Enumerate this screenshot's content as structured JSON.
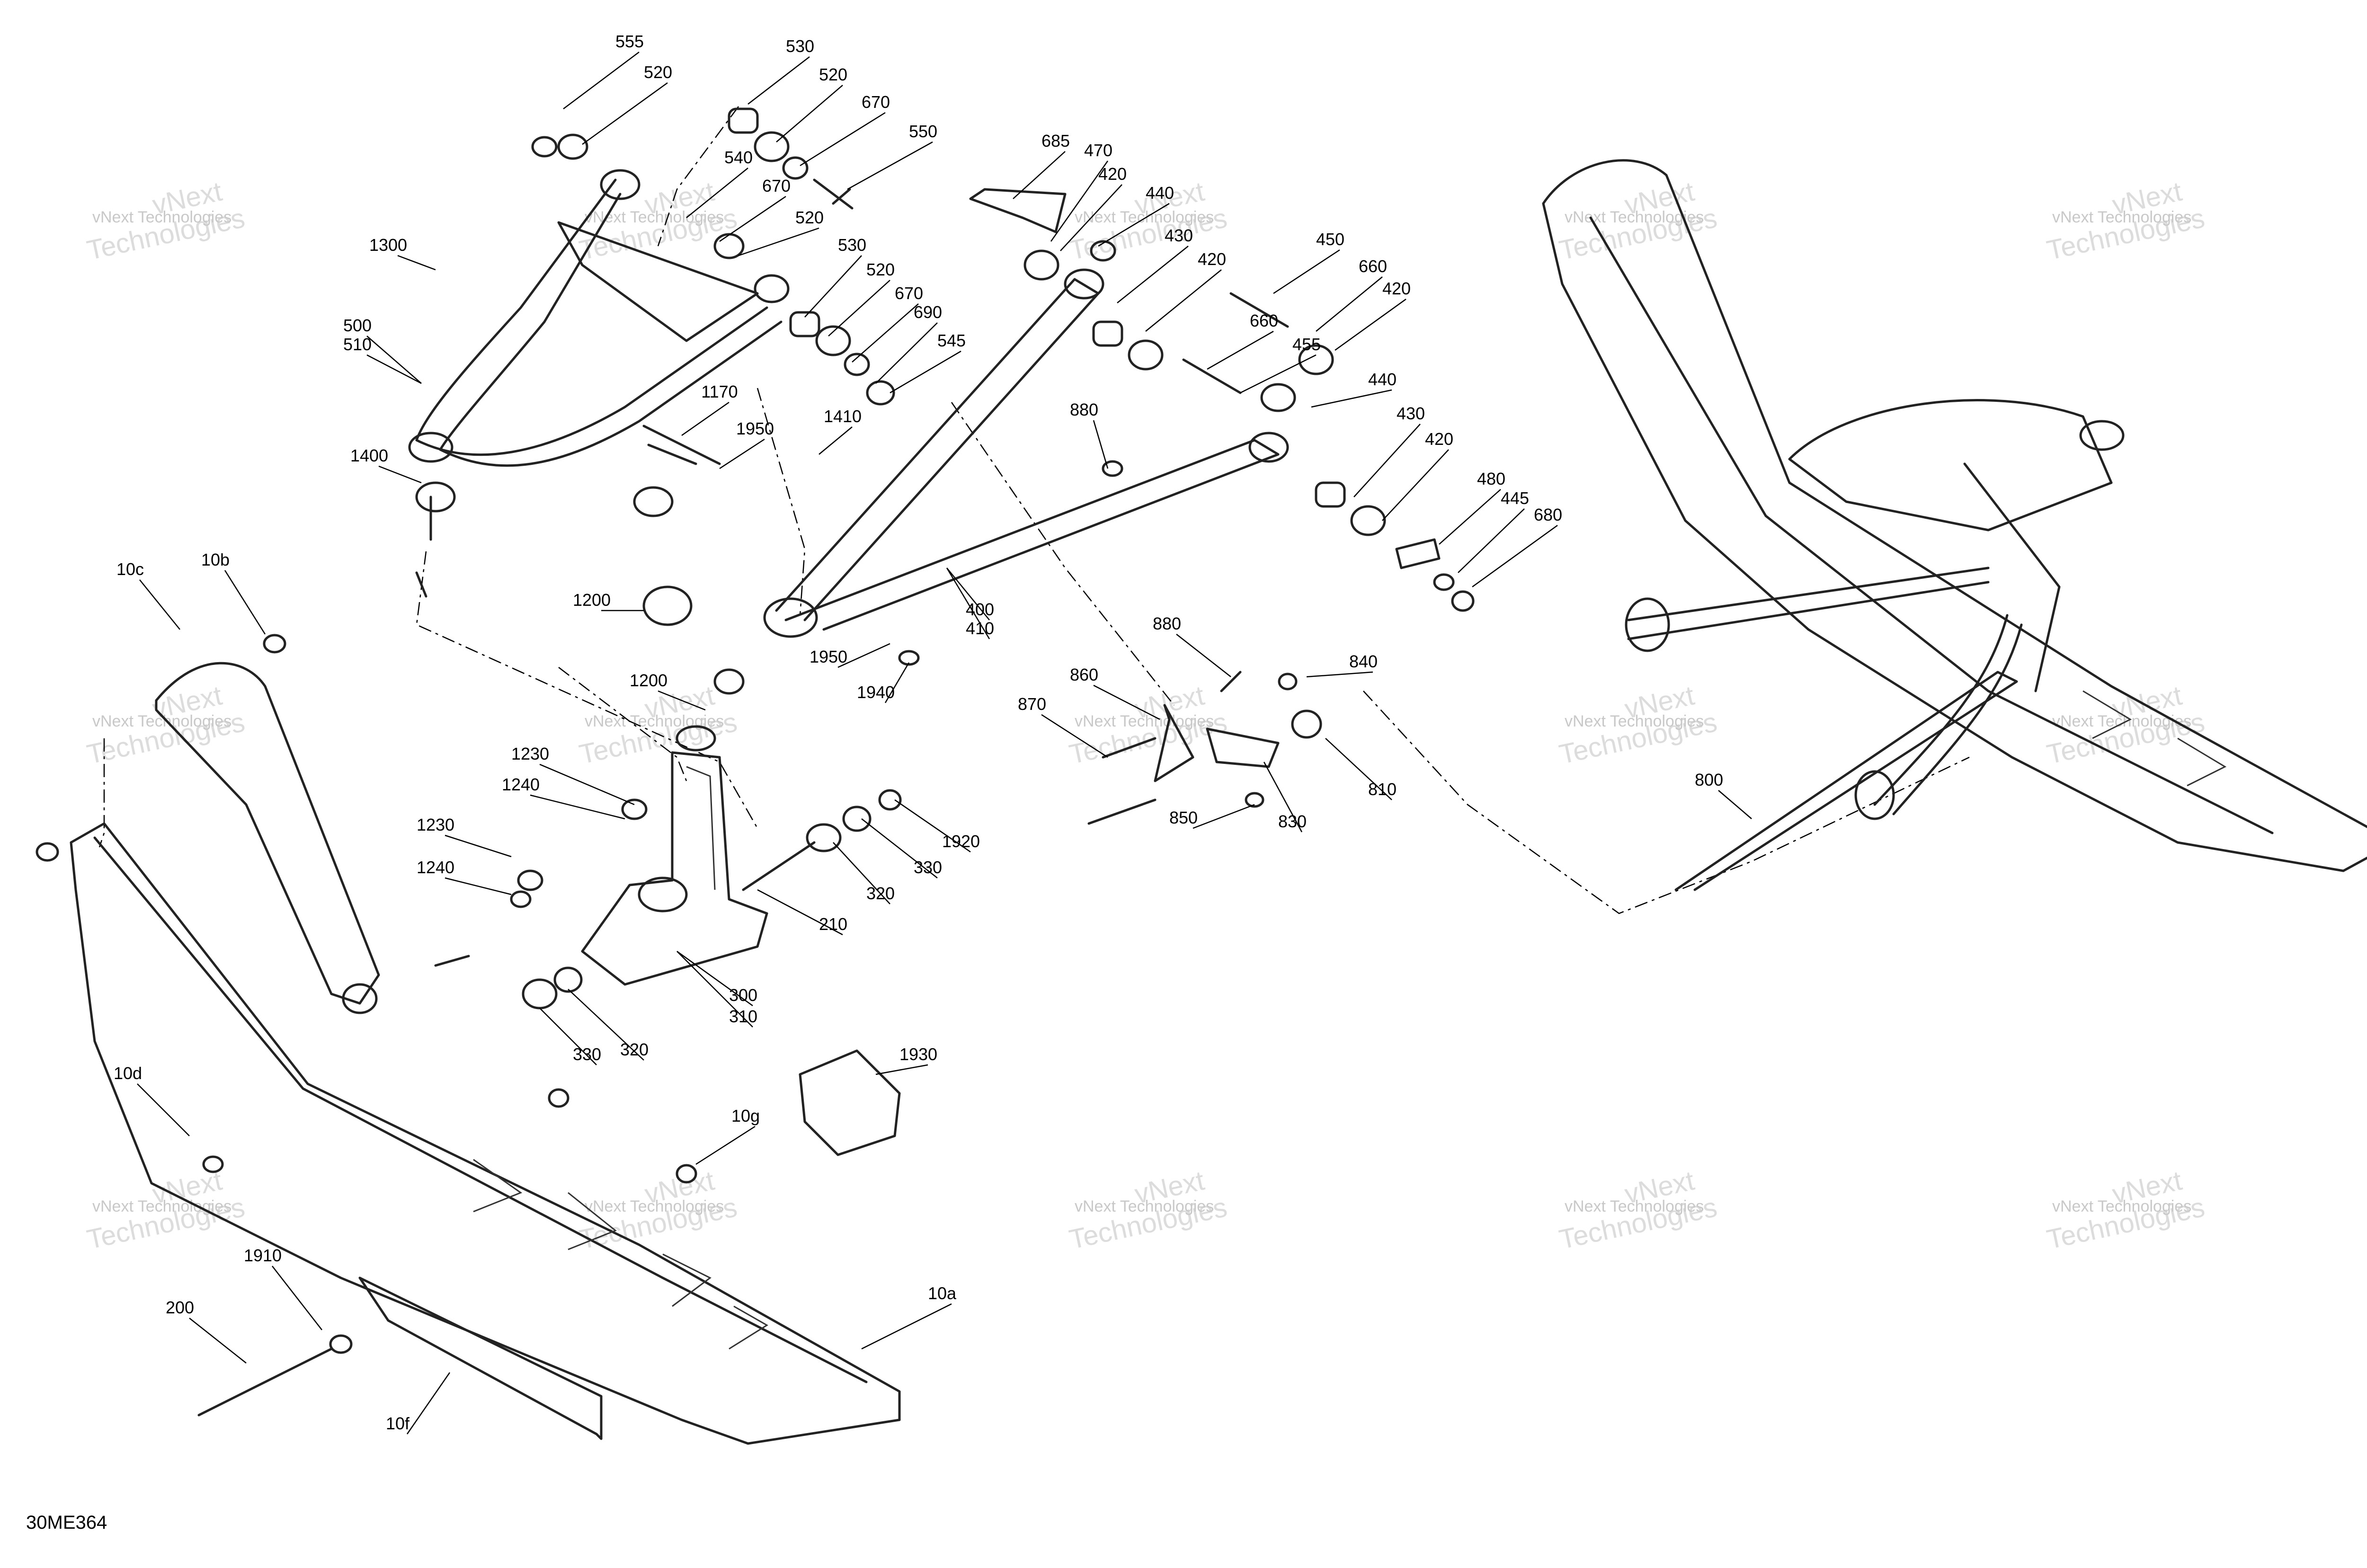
{
  "diagram": {
    "code": "30ME364",
    "watermark_line1": "vNext Technologies",
    "watermark_line2": "vNext",
    "watermark_line3": "Technologies",
    "callouts": [
      {
        "label": "555"
      },
      {
        "label": "520"
      },
      {
        "label": "530"
      },
      {
        "label": "520"
      },
      {
        "label": "670"
      },
      {
        "label": "550"
      },
      {
        "label": "540"
      },
      {
        "label": "670"
      },
      {
        "label": "520"
      },
      {
        "label": "1300"
      },
      {
        "label": "530"
      },
      {
        "label": "520"
      },
      {
        "label": "670"
      },
      {
        "label": "690"
      },
      {
        "label": "545"
      },
      {
        "label": "500"
      },
      {
        "label": "510"
      },
      {
        "label": "1170"
      },
      {
        "label": "1950"
      },
      {
        "label": "1410"
      },
      {
        "label": "1400"
      },
      {
        "label": "685"
      },
      {
        "label": "470"
      },
      {
        "label": "420"
      },
      {
        "label": "440"
      },
      {
        "label": "430"
      },
      {
        "label": "420"
      },
      {
        "label": "450"
      },
      {
        "label": "660"
      },
      {
        "label": "420"
      },
      {
        "label": "660"
      },
      {
        "label": "455"
      },
      {
        "label": "880"
      },
      {
        "label": "440"
      },
      {
        "label": "430"
      },
      {
        "label": "420"
      },
      {
        "label": "480"
      },
      {
        "label": "445"
      },
      {
        "label": "680"
      },
      {
        "label": "1200"
      },
      {
        "label": "400"
      },
      {
        "label": "410"
      },
      {
        "label": "1950"
      },
      {
        "label": "1940"
      },
      {
        "label": "1200"
      },
      {
        "label": "880"
      },
      {
        "label": "840"
      },
      {
        "label": "860"
      },
      {
        "label": "870"
      },
      {
        "label": "810"
      },
      {
        "label": "850"
      },
      {
        "label": "830"
      },
      {
        "label": "800"
      },
      {
        "label": "10c"
      },
      {
        "label": "10b"
      },
      {
        "label": "1230"
      },
      {
        "label": "1240"
      },
      {
        "label": "1230"
      },
      {
        "label": "1240"
      },
      {
        "label": "1920"
      },
      {
        "label": "330"
      },
      {
        "label": "320"
      },
      {
        "label": "210"
      },
      {
        "label": "300"
      },
      {
        "label": "310"
      },
      {
        "label": "330"
      },
      {
        "label": "320"
      },
      {
        "label": "1930"
      },
      {
        "label": "10d"
      },
      {
        "label": "10g"
      },
      {
        "label": "1910"
      },
      {
        "label": "200"
      },
      {
        "label": "10a"
      },
      {
        "label": "10f"
      }
    ]
  }
}
